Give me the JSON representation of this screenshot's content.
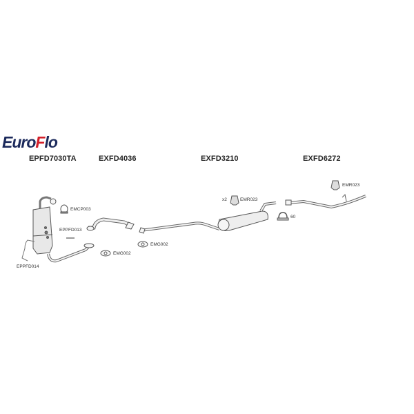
{
  "logo": {
    "part1": "Euro",
    "accent_letter": "F",
    "part2": "lo",
    "primary_color": "#1c2a5c",
    "accent_color": "#d4202a"
  },
  "sections": [
    {
      "code": "EPFD7030TA"
    },
    {
      "code": "EXFD4036"
    },
    {
      "code": "EXFD3210"
    },
    {
      "code": "EXFD6272"
    }
  ],
  "parts": {
    "clamp_emcp": "EMCP003",
    "sensor_013": "EPPFD013",
    "sensor_014": "EPPFD014",
    "gasket_1": "EMG002",
    "gasket_2": "EMG002",
    "rubber_1_qty": "x2",
    "rubber_1": "EMR023",
    "clamp_size": "60",
    "rubber_2": "EMR023"
  }
}
